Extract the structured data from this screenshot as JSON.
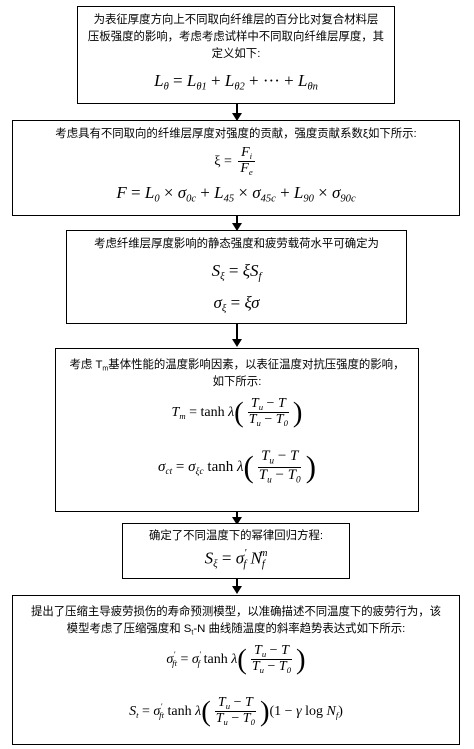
{
  "steps": [
    {
      "text": "为表征厚度方向上不同取向纤维层的百分比对复合材料层压板强度的影响，考虑考虑试样中不同取向纤维层厚度，其定义如下:",
      "formula": "L_θ = L_θ1 + L_θ2 + ··· + L_θn"
    },
    {
      "text": "考虑具有不同取向的纤维层厚度对强度的贡献，强度贡献系数ξ如下所示:",
      "formula1": "ξ = F_i / F_e",
      "formula2": "F = L_0 × σ_0c + L_45 × σ_45c + L_90 × σ_90c"
    },
    {
      "text": "考虑纤维层厚度影响的静态强度和疲劳载荷水平可确定为",
      "formula1": "S_ξ = ξS_f",
      "formula2": "σ_ξ = ξσ"
    },
    {
      "text": "考虑 T_m 基体性能的温度影响因素，以表征温度对抗压强度的影响，如下所示:",
      "formula1": "T_m = tanh λ((T_u − T)/(T_u − T_0))",
      "formula2": "σ_ct = σ_ξc tanh λ((T_u − T)/(T_u − T_0))"
    },
    {
      "text": "确定了不同温度下的幂律回归方程:",
      "formula": "S_ξ = σ'_f N_f^m"
    },
    {
      "text": "提出了压缩主导疲劳损伤的寿命预测模型，以准确描述不同温度下的疲劳行为，该模型考虑了压缩强度和 S_t-N 曲线随温度的斜率趋势表达式如下所示:",
      "formula1": "σ'_ft = σ'_f tanh λ((T_u − T)/(T_u − T_0))",
      "formula2": "S_t = σ'_ft tanh λ((T_u − T)/(T_u − T_0))(1 − γ log N_f)"
    }
  ],
  "labels": {
    "s1_line1": "为表征厚度方向上不同取向纤维层的百分比对复合材料层",
    "s1_line2": "压板强度的影响，考虑考虑试样中不同取向纤维层厚度，其",
    "s1_line3": "定义如下:",
    "s2_line1": "考虑具有不同取向的纤维层厚度对强度的贡献，强度贡献系数ξ如下所示:",
    "s3_line1": "考虑纤维层厚度影响的静态强度和疲劳载荷水平可确定为",
    "s4_line1a": "考虑 T",
    "s4_line1b": "m",
    "s4_line1c": "基体性能的温度影响因素，以表征温度对抗压强度的影响，",
    "s4_line2": "如下所示:",
    "s5_line1": "确定了不同温度下的幂律回归方程:",
    "s6_line1": "提出了压缩主导疲劳损伤的寿命预测模型，以准确描述不同温度下的疲劳行为，该",
    "s6_line2a": "模型考虑了压缩强度和 S",
    "s6_line2b": "t",
    "s6_line2c": "-N 曲线随温度的斜率趋势表达式如下所示:"
  }
}
